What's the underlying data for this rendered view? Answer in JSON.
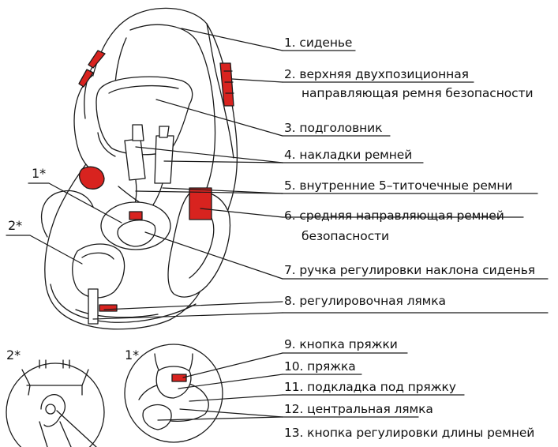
{
  "labels": [
    {
      "id": "1",
      "text": "1. сиденье"
    },
    {
      "id": "2a",
      "text": "2. верхняя двухпозиционная"
    },
    {
      "id": "2b",
      "text": "направляющая ремня безопасности"
    },
    {
      "id": "3",
      "text": "3. подголовник"
    },
    {
      "id": "4",
      "text": "4. накладки ремней"
    },
    {
      "id": "5",
      "text": "5. внутренние 5–титочечные ремни"
    },
    {
      "id": "6a",
      "text": "6. средняя направляющая ремней"
    },
    {
      "id": "6b",
      "text": "безопасности"
    },
    {
      "id": "7",
      "text": "7. ручка регулировки наклона сиденья"
    },
    {
      "id": "8",
      "text": "8. регулировочная лямка"
    },
    {
      "id": "9",
      "text": "9. кнопка пряжки"
    },
    {
      "id": "10",
      "text": "10. пряжка"
    },
    {
      "id": "11",
      "text": "11. подкладка под пряжку"
    },
    {
      "id": "12",
      "text": "12. центральная лямка"
    },
    {
      "id": "13",
      "text": "13. кнопка регулировки длины ремней"
    }
  ],
  "markers": {
    "one_star": "1*",
    "two_star": "2*",
    "detail_two_star": "2*",
    "detail_one_star": "1*"
  },
  "colors": {
    "line": "#1a1a1a",
    "accent": "#d8231f",
    "fill": "#ffffff"
  }
}
